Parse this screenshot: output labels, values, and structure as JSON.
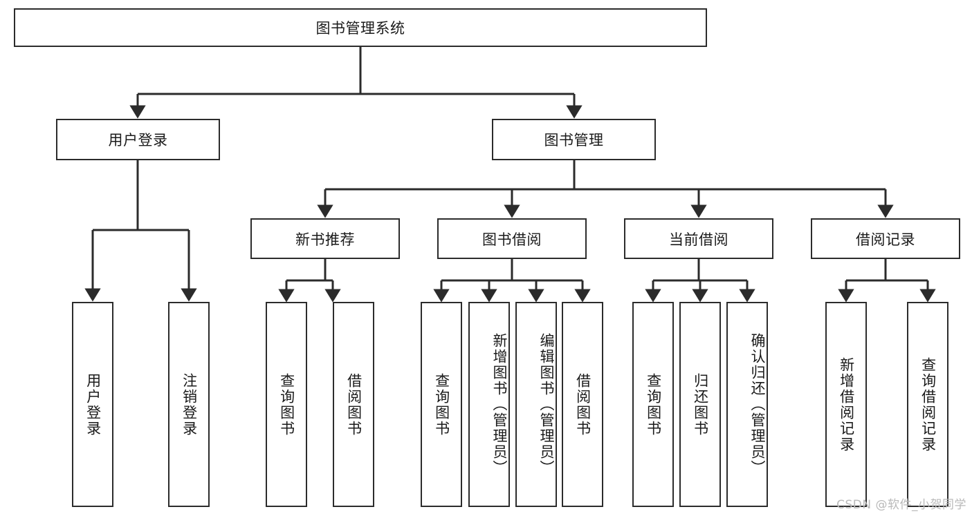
{
  "diagram": {
    "title": "图书管理系统",
    "type": "tree-hierarchy-chart",
    "watermark": "CSDN @软件_小贺同学",
    "colors": {
      "box_border": "#2b2b2b",
      "box_fill": "#ffffff",
      "edge": "#2b2b2b",
      "text": "#1a1a1a",
      "watermark": "#b9b9b9",
      "background": "#ffffff"
    },
    "nodes": {
      "root": {
        "label": "图书管理系统"
      },
      "level2": [
        {
          "id": "user-login",
          "label": "用户登录"
        },
        {
          "id": "book-management",
          "label": "图书管理"
        }
      ],
      "level3": [
        {
          "id": "new-book-recommend",
          "label": "新书推荐"
        },
        {
          "id": "book-borrow",
          "label": "图书借阅"
        },
        {
          "id": "current-borrow",
          "label": "当前借阅"
        },
        {
          "id": "borrow-record",
          "label": "借阅记录"
        }
      ],
      "leaves": {
        "user-login": [
          {
            "id": "leaf-user-login",
            "label": "用户登录"
          },
          {
            "id": "leaf-user-logout",
            "label": "注销登录"
          }
        ],
        "new-book-recommend": [
          {
            "id": "leaf-query-book-1",
            "label": "查询图书"
          },
          {
            "id": "leaf-borrow-book-1",
            "label": "借阅图书"
          }
        ],
        "book-borrow": [
          {
            "id": "leaf-query-book-2",
            "label": "查询图书"
          },
          {
            "id": "leaf-add-book",
            "label": "新增图书（管理员）"
          },
          {
            "id": "leaf-edit-book",
            "label": "编辑图书（管理员）"
          },
          {
            "id": "leaf-borrow-book-2",
            "label": "借阅图书"
          }
        ],
        "current-borrow": [
          {
            "id": "leaf-query-book-3",
            "label": "查询图书"
          },
          {
            "id": "leaf-return-book",
            "label": "归还图书"
          },
          {
            "id": "leaf-confirm-return",
            "label": "确认归还（管理员）"
          }
        ],
        "borrow-record": [
          {
            "id": "leaf-add-record",
            "label": "新增借阅记录"
          },
          {
            "id": "leaf-query-record",
            "label": "查询借阅记录"
          }
        ]
      }
    }
  }
}
